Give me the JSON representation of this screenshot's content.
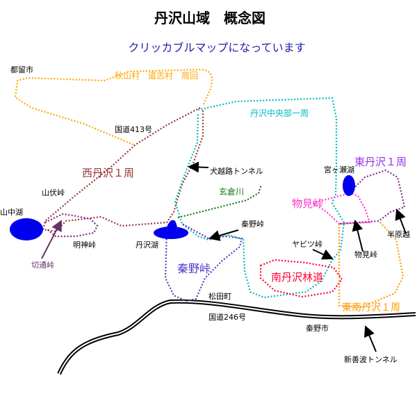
{
  "title": "丹沢山域　概念図",
  "subtitle": "クリッカブルマップになっています",
  "routes": {
    "akiyama_doshi": {
      "label": "秋山村　道志村　周回",
      "color": "#ffa500"
    },
    "nishi_tanzawa": {
      "label": "西丹沢１周",
      "color": "#993333"
    },
    "chuobu": {
      "label": "丹沢中央部一周",
      "color": "#00bbbb"
    },
    "hadano_toge_route": {
      "label": "秦野峠",
      "color": "#6633bb"
    },
    "kurokura": {
      "label": "玄倉川",
      "color": "#117711"
    },
    "monomi_route": {
      "label": "物見峠",
      "color": "#ff33cc"
    },
    "higashi_tanzawa": {
      "label": "東丹沢１周",
      "color": "#882288"
    },
    "tonan_tanzawa": {
      "label": "東南丹沢１周",
      "color": "#ff9900"
    },
    "minami_rindo": {
      "label": "南丹沢林道",
      "color": "#ff0033"
    }
  },
  "labels": {
    "tsuru": "都留市",
    "route413": "国道413号",
    "yamabushi": "山伏峠",
    "yamanakako": "山中湖",
    "myojin": "明神峠",
    "kiridoshi": "切通峠",
    "tanzawako": "丹沢湖",
    "inukoeji": "犬越路トンネル",
    "hadano_toge": "秦野峠",
    "matsuda": "松田町",
    "route246": "国道246号",
    "hadano_city": "秦野市",
    "zenba": "新善波トンネル",
    "yabitsu": "ヤビツ峠",
    "miyagase": "宮ヶ瀬湖",
    "monomi": "物見峠",
    "hanbara": "半原越"
  },
  "colors": {
    "lake": "#0000ee",
    "road": "#000000",
    "arrow": "#000000",
    "subtitle": "#2222aa"
  }
}
